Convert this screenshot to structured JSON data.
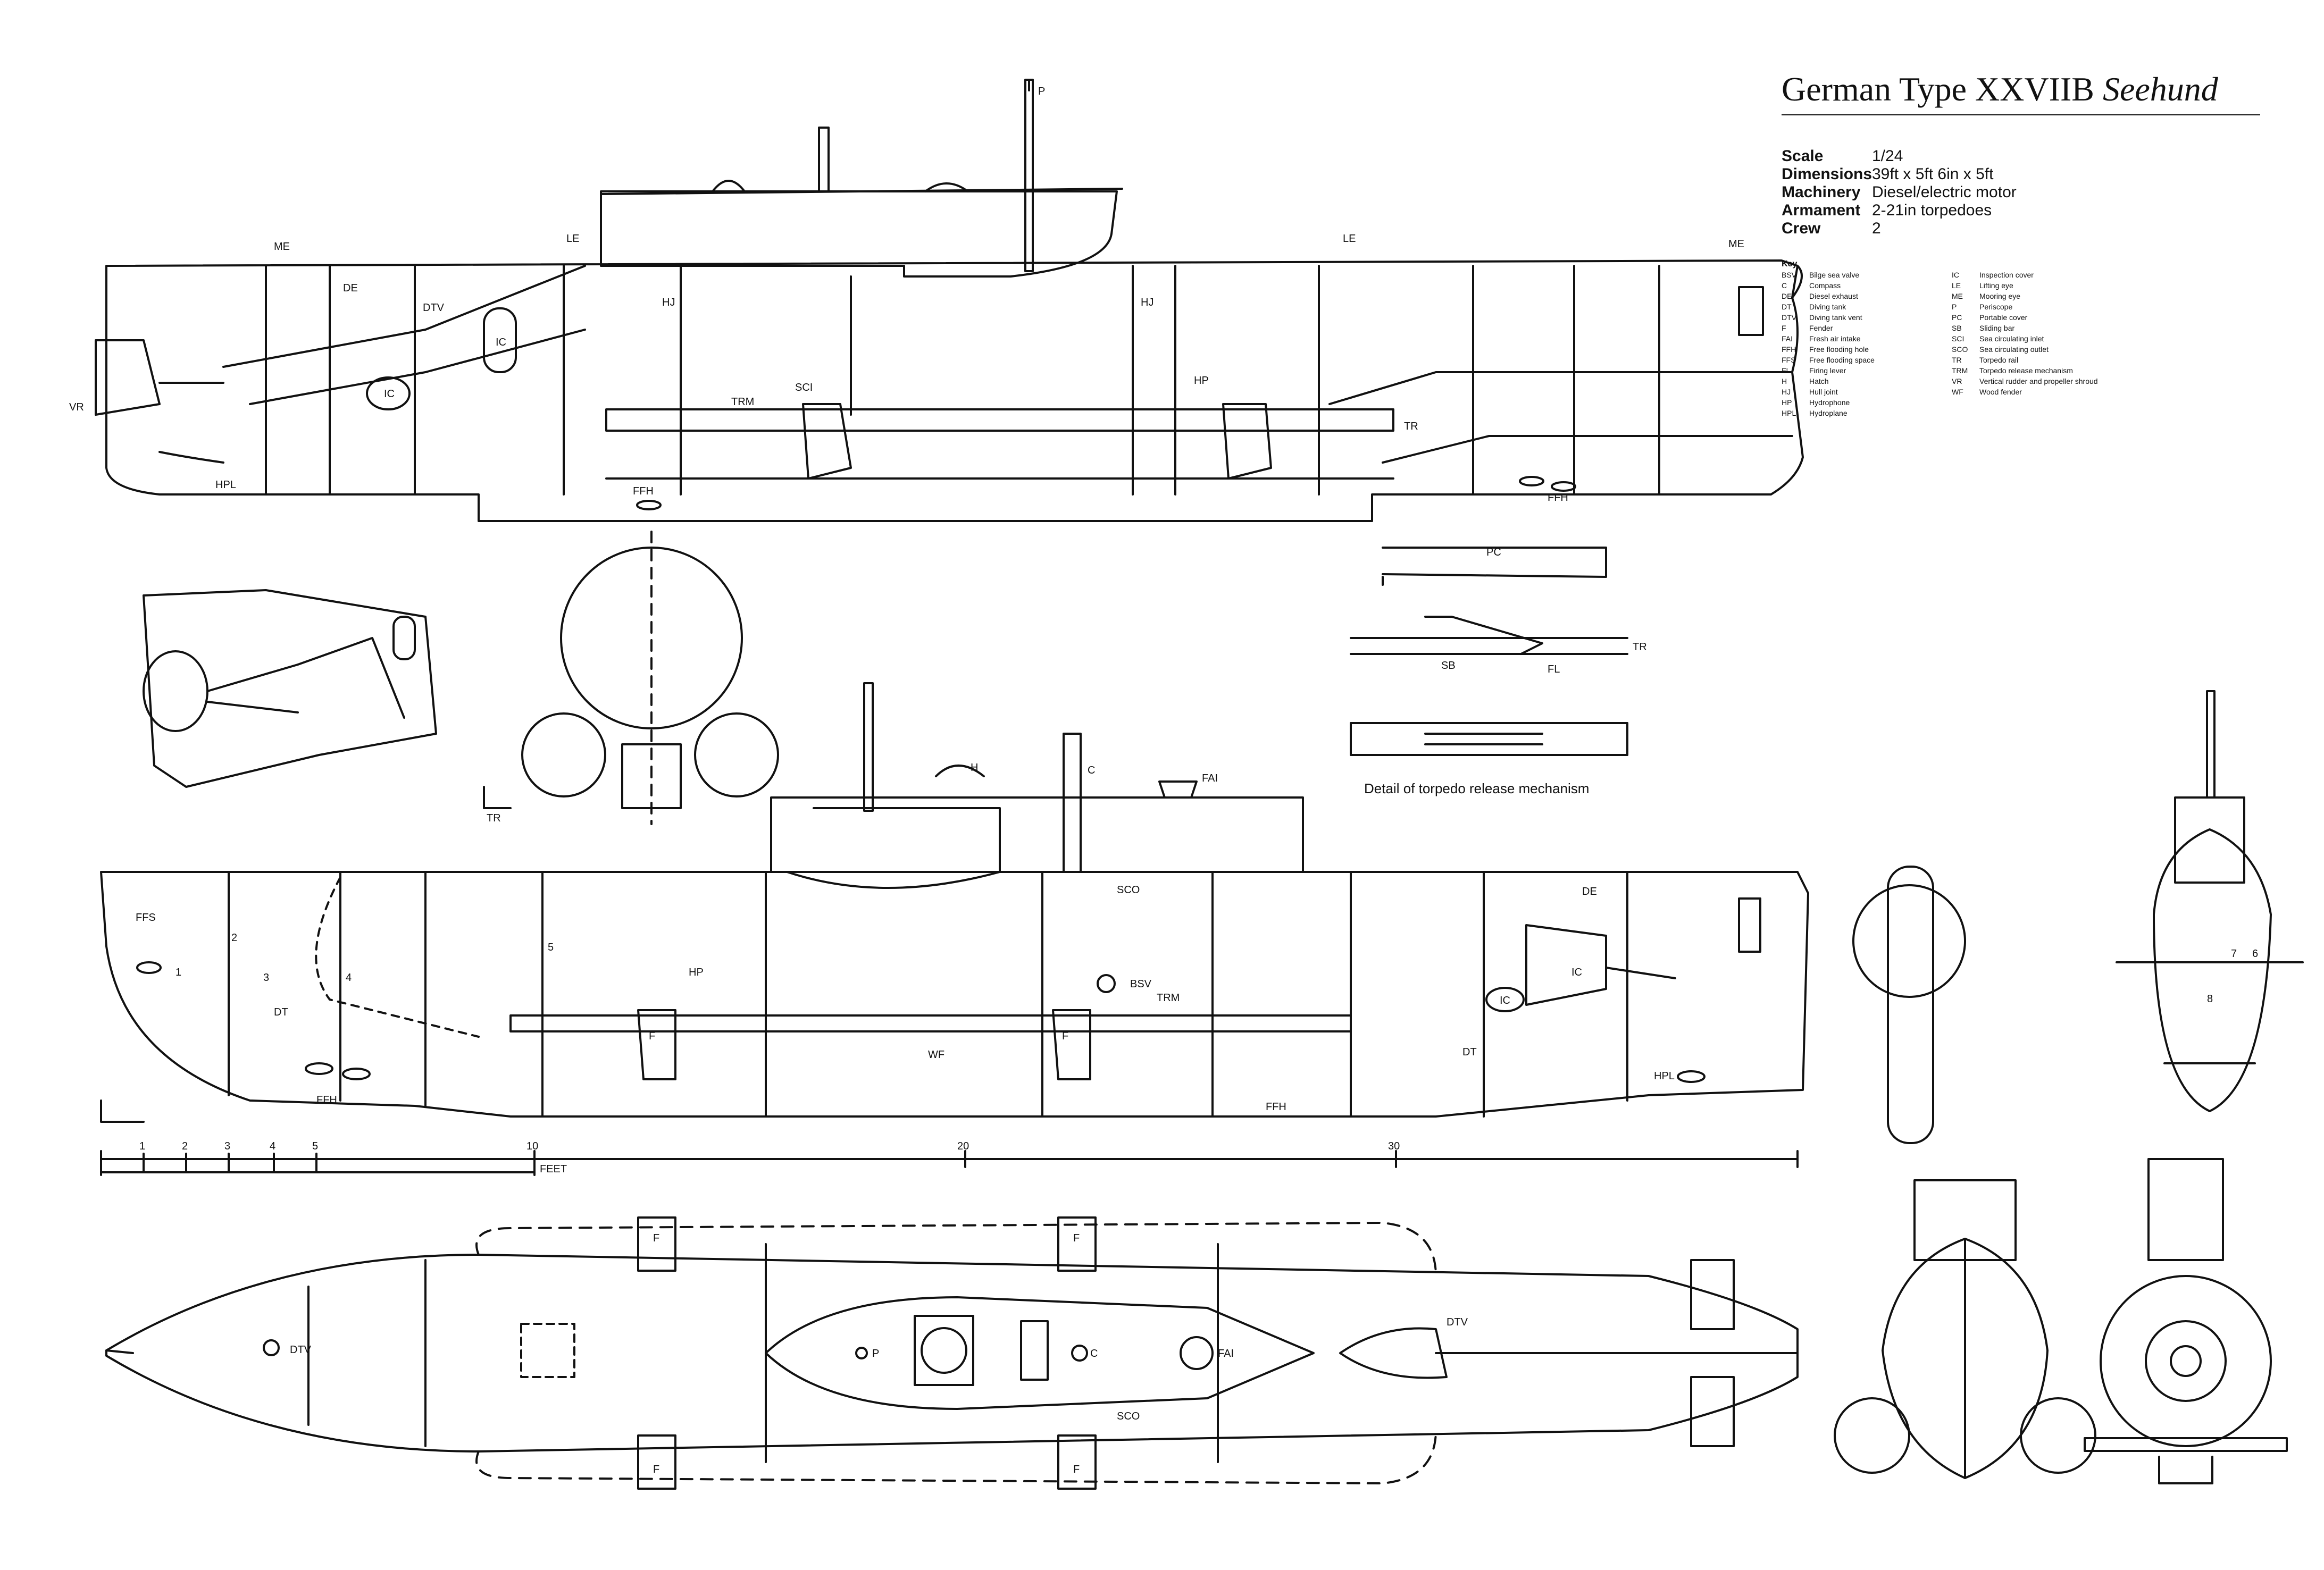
{
  "title": {
    "main": "German Type XXVIIB",
    "italic": "Seehund"
  },
  "specs": [
    {
      "label": "Scale",
      "value": "1/24"
    },
    {
      "label": "Dimensions",
      "value": "39ft x 5ft 6in x 5ft"
    },
    {
      "label": "Machinery",
      "value": "Diesel/electric motor"
    },
    {
      "label": "Armament",
      "value": "2-21in torpedoes"
    },
    {
      "label": "Crew",
      "value": "2"
    }
  ],
  "key_title": "Key",
  "key_left": [
    {
      "abbr": "BSV",
      "text": "Bilge sea valve"
    },
    {
      "abbr": "C",
      "text": "Compass"
    },
    {
      "abbr": "DE",
      "text": "Diesel exhaust"
    },
    {
      "abbr": "DT",
      "text": "Diving tank"
    },
    {
      "abbr": "DTV",
      "text": "Diving tank vent"
    },
    {
      "abbr": "F",
      "text": "Fender"
    },
    {
      "abbr": "FAI",
      "text": "Fresh air intake"
    },
    {
      "abbr": "FFH",
      "text": "Free flooding hole"
    },
    {
      "abbr": "FFS",
      "text": "Free flooding space"
    },
    {
      "abbr": "FL",
      "text": "Firing lever"
    },
    {
      "abbr": "H",
      "text": "Hatch"
    },
    {
      "abbr": "HJ",
      "text": "Hull joint"
    },
    {
      "abbr": "HP",
      "text": "Hydrophone"
    },
    {
      "abbr": "HPL",
      "text": "Hydroplane"
    }
  ],
  "key_right": [
    {
      "abbr": "IC",
      "text": "Inspection cover"
    },
    {
      "abbr": "LE",
      "text": "Lifting eye"
    },
    {
      "abbr": "ME",
      "text": "Mooring eye"
    },
    {
      "abbr": "P",
      "text": "Periscope"
    },
    {
      "abbr": "PC",
      "text": "Portable cover"
    },
    {
      "abbr": "SB",
      "text": "Sliding bar"
    },
    {
      "abbr": "SCI",
      "text": "Sea circulating inlet"
    },
    {
      "abbr": "SCO",
      "text": "Sea circulating outlet"
    },
    {
      "abbr": "TR",
      "text": "Torpedo rail"
    },
    {
      "abbr": "TRM",
      "text": "Torpedo release mechanism"
    },
    {
      "abbr": "VR",
      "text": "Vertical rudder and propeller shroud"
    },
    {
      "abbr": "WF",
      "text": "Wood fender"
    }
  ],
  "detail_caption": "Detail of torpedo release mechanism",
  "scale_bar": {
    "unit_label": "FEET",
    "ticks": [
      "1",
      "2",
      "3",
      "4",
      "5",
      "10",
      "20",
      "30"
    ]
  },
  "labels": {
    "P": "P",
    "ME": "ME",
    "DE": "DE",
    "LE": "LE",
    "DTV": "DTV",
    "HJ": "HJ",
    "IC": "IC",
    "SCI": "SCI",
    "TRM": "TRM",
    "HP": "HP",
    "TR": "TR",
    "VR": "VR",
    "HPL": "HPL",
    "FFH": "FFH",
    "PC": "PC",
    "SB": "SB",
    "FL": "FL",
    "FFS": "FFS",
    "DT": "DT",
    "F": "F",
    "WF": "WF",
    "BSV": "BSV",
    "SCO": "SCO",
    "C": "C",
    "FAI": "FAI",
    "H": "H",
    "n1": "1",
    "n3": "3",
    "n4": "4",
    "n5": "5",
    "n2": "2",
    "n6": "6",
    "n7": "7",
    "n8": "8"
  }
}
